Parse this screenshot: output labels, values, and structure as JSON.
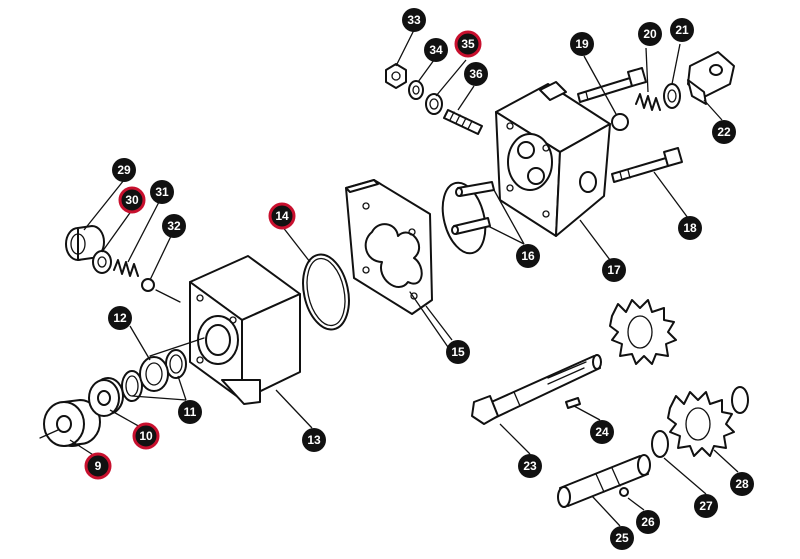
{
  "diagram": {
    "highlight_color": "#c8102e",
    "callouts": [
      {
        "id": "9",
        "highlighted": true
      },
      {
        "id": "10",
        "highlighted": true
      },
      {
        "id": "11",
        "highlighted": false
      },
      {
        "id": "12",
        "highlighted": false
      },
      {
        "id": "13",
        "highlighted": false
      },
      {
        "id": "14",
        "highlighted": true
      },
      {
        "id": "15",
        "highlighted": false
      },
      {
        "id": "16",
        "highlighted": false
      },
      {
        "id": "17",
        "highlighted": false
      },
      {
        "id": "18",
        "highlighted": false
      },
      {
        "id": "19",
        "highlighted": false
      },
      {
        "id": "20",
        "highlighted": false
      },
      {
        "id": "21",
        "highlighted": false
      },
      {
        "id": "22",
        "highlighted": false
      },
      {
        "id": "23",
        "highlighted": false
      },
      {
        "id": "24",
        "highlighted": false
      },
      {
        "id": "25",
        "highlighted": false
      },
      {
        "id": "26",
        "highlighted": false
      },
      {
        "id": "27",
        "highlighted": false
      },
      {
        "id": "28",
        "highlighted": false
      },
      {
        "id": "29",
        "highlighted": false
      },
      {
        "id": "30",
        "highlighted": true
      },
      {
        "id": "31",
        "highlighted": false
      },
      {
        "id": "32",
        "highlighted": false
      },
      {
        "id": "33",
        "highlighted": false
      },
      {
        "id": "34",
        "highlighted": false
      },
      {
        "id": "35",
        "highlighted": true
      },
      {
        "id": "36",
        "highlighted": false
      }
    ]
  }
}
